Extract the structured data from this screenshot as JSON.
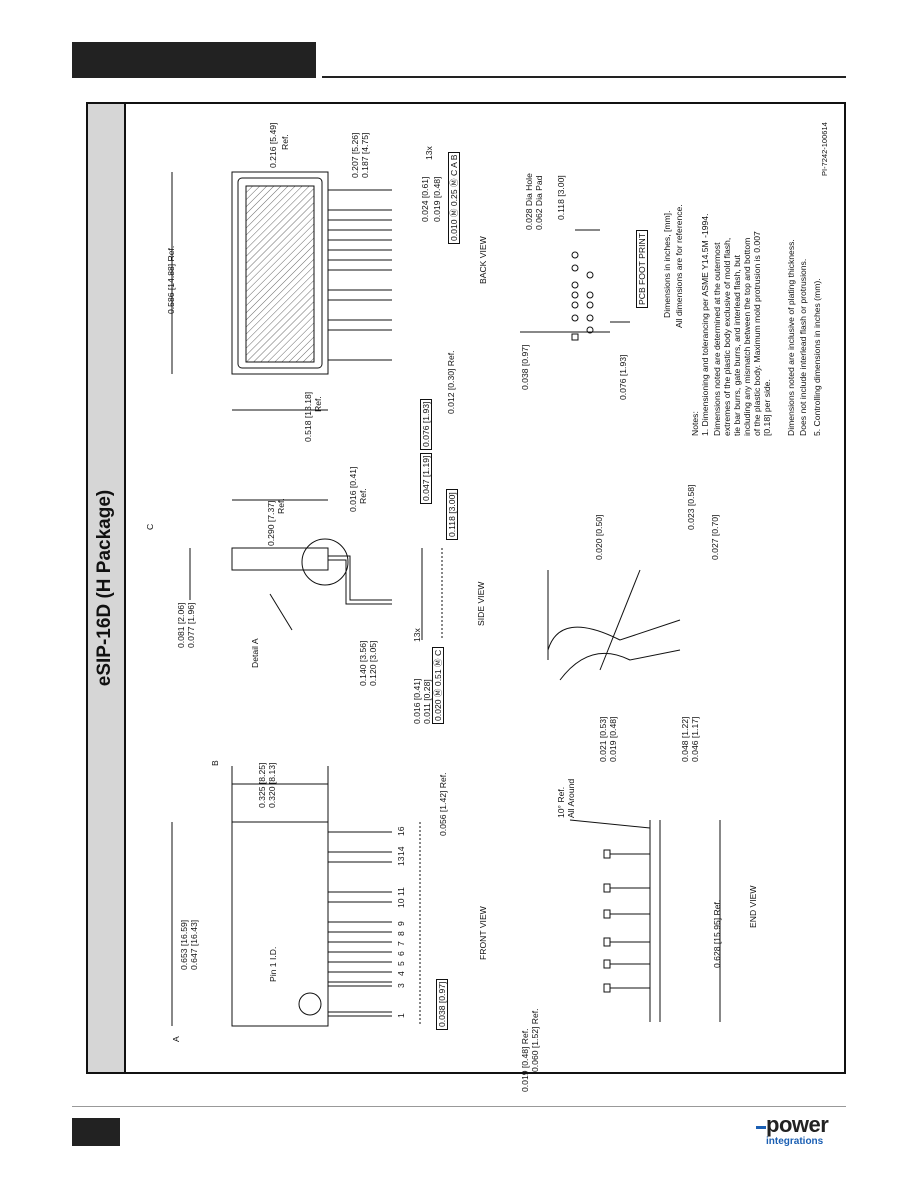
{
  "title": "eSIP-16D (H Package)",
  "drawing_ref": "PI-7242-100614",
  "views": {
    "front": "FRONT VIEW",
    "side": "SIDE VIEW",
    "back": "BACK VIEW",
    "end": "END VIEW",
    "pcb": "PCB FOOT PRINT"
  },
  "labels": {
    "pin1": "Pin 1 I.D.",
    "detail_a": "Detail A",
    "datum_a": "A",
    "datum_b": "B",
    "datum_c": "C",
    "pin_numbers": [
      "1",
      "3",
      "4",
      "5",
      "6",
      "7",
      "8",
      "9",
      "10",
      "11",
      "13",
      "14",
      "16"
    ]
  },
  "dims": {
    "d1a": "0.653 [16.59]",
    "d1b": "0.647 [16.43]",
    "d2a": "0.325 [8.25]",
    "d2b": "0.320 [8.13]",
    "d3": "0.056 [1.42] Ref.",
    "d4": "0.038 [0.97]",
    "d5a": "0.081 [2.06]",
    "d5b": "0.077 [1.96]",
    "d6a": "0.140 [3.56]",
    "d6b": "0.120 [3.05]",
    "d7a": "0.016 [0.41]",
    "d7b": "0.011 [0.28]",
    "d7c": "13x",
    "d7tol": "0.020 Ⓜ 0.51 Ⓜ C",
    "d8a": "0.290 [7.37]",
    "d8b": "Ref.",
    "d9a": "0.016 [0.41]",
    "d9b": "Ref.",
    "d10": "0.047 [1.19]",
    "d11": "0.118 [3.00]",
    "d12a": "0.518 [13.18]",
    "d12b": "Ref.",
    "d13": "0.076 [1.93]",
    "d14": "0.586 [14.88] Ref.",
    "d15": "0.012 [0.30] Ref.",
    "d16a": "0.024 [0.61]",
    "d16b": "0.019 [0.48]",
    "d16c": "13x",
    "d16tol": "0.010 Ⓜ 0.25 Ⓜ C A B",
    "d17a": "0.216 [5.49]",
    "d17b": "Ref.",
    "d18a": "0.207 [5.26]",
    "d18b": "0.187 [4.75]",
    "d19": "0.019 [0.48] Ref.",
    "d20": "0.060 [1.52] Ref.",
    "d21a": "10° Ref.",
    "d21b": "All Around",
    "d22a": "0.021 [0.53]",
    "d22b": "0.019 [0.48]",
    "d23a": "0.048 [1.22]",
    "d23b": "0.046 [1.17]",
    "d24": "0.628 [15.95] Ref.",
    "d25": "0.020 [0.50]",
    "d26": "0.023 [0.58]",
    "d27": "0.027 [0.70]",
    "d28": "0.038 [0.97]",
    "d29": "0.028 Dia Hole",
    "d30": "0.062 Dia Pad",
    "d31": "0.118 [3.00]",
    "d32": "0.076 [1.93]"
  },
  "dims_note_a": "Dimensions in inches, [mm].",
  "dims_note_b": "All dimensions are for reference.",
  "notes_title": "Notes:",
  "notes": [
    "1. Dimensioning and tolerancing per ASME Y14.5M -1994.",
    "Dimensions noted are determined at the outermost",
    "extremes of the plastic body exclusive of mold flash,",
    "tie bar burrs, gate burrs, and interlead flash, but",
    "including any mismatch between the top and bottom",
    "of the plastic body. Maximum mold protrusion is 0.007",
    "[0.18] per side.",
    "Dimensions noted are inclusive of plating thickness.",
    "Does not include interlead flash or protrusions.",
    "5. Controlling dimensions in inches (mm)."
  ],
  "logo": {
    "main": "power",
    "sub": "integrations"
  }
}
